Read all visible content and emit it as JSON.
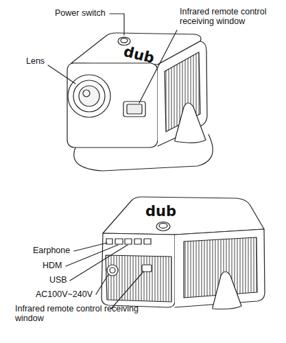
{
  "diagram": {
    "labels": [
      "Power switch",
      "Infrared remote control receiving window",
      "Lens",
      "dub",
      "dub",
      "Earphone",
      "HDM",
      "USB",
      "AC100V~240V",
      "Infrared remote control receiving window"
    ]
  }
}
